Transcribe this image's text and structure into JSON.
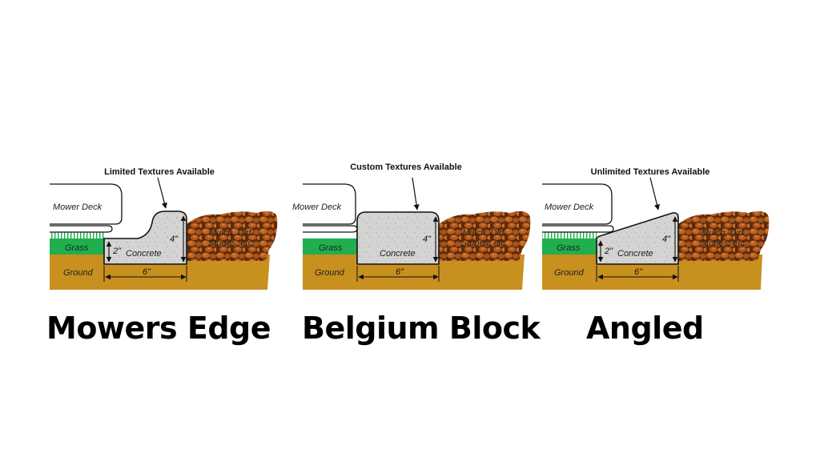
{
  "colors": {
    "ground": "#c8901f",
    "grass": "#1faf4e",
    "concrete": "#d4d4d2",
    "mulch": "#b85a1c",
    "mulch_dark": "#5a2c0c",
    "outline": "#111111"
  },
  "labels": {
    "mower_deck": "Mower Deck",
    "grass": "Grass",
    "ground": "Ground",
    "concrete": "Concrete",
    "mulch_line1": "Mulch, Dirt,",
    "mulch_line2": "Stones, etc."
  },
  "dimensions": {
    "height_low": "2\"",
    "height_high": "4\"",
    "width": "6\""
  },
  "panels": [
    {
      "note": "Limited Textures Available",
      "title": "Mowers Edge"
    },
    {
      "note": "Custom Textures Available",
      "title": "Belgium Block"
    },
    {
      "note": "Unlimited Textures Available",
      "title": "Angled"
    }
  ]
}
